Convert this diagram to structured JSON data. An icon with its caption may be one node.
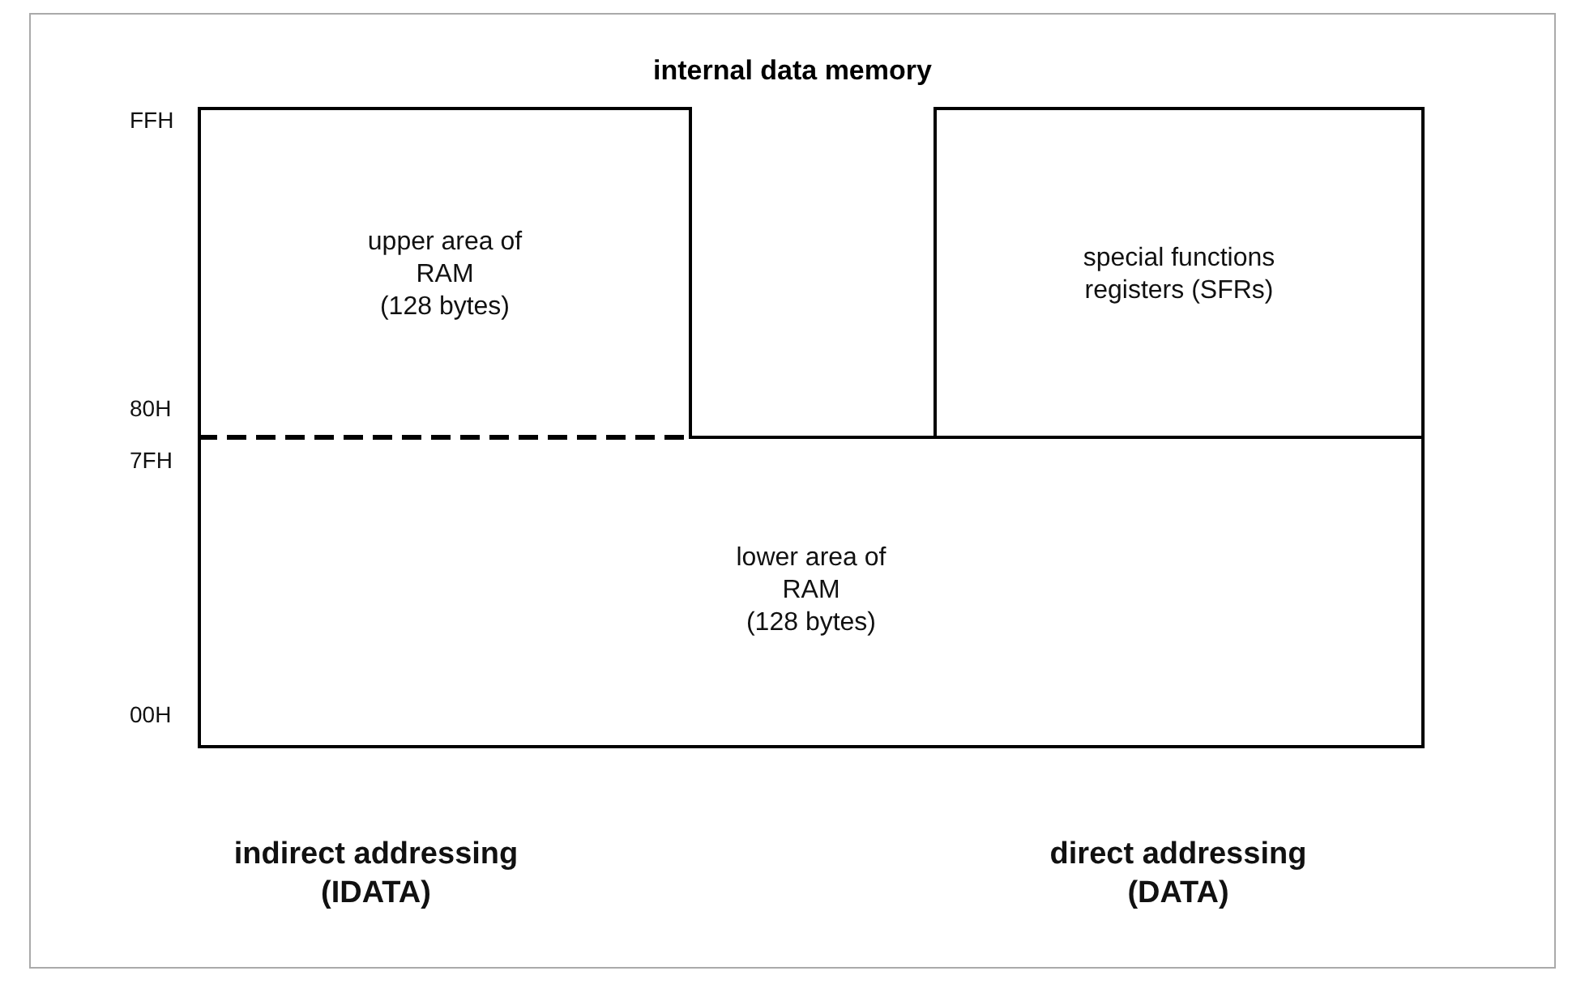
{
  "diagram": {
    "title": "internal data memory",
    "nodes": [
      {
        "text": [
          "upper area of RAM",
          "(128 bytes)"
        ]
      },
      {
        "text": [
          "special functions registers (SFRs)"
        ]
      },
      {
        "text": [
          "lower area of RAM",
          "(128 bytes)"
        ]
      }
    ],
    "labels": [
      "FFH",
      "80H",
      "7FH",
      "00H",
      "indirect addressing (IDATA)",
      "direct addressing (DATA)"
    ]
  }
}
